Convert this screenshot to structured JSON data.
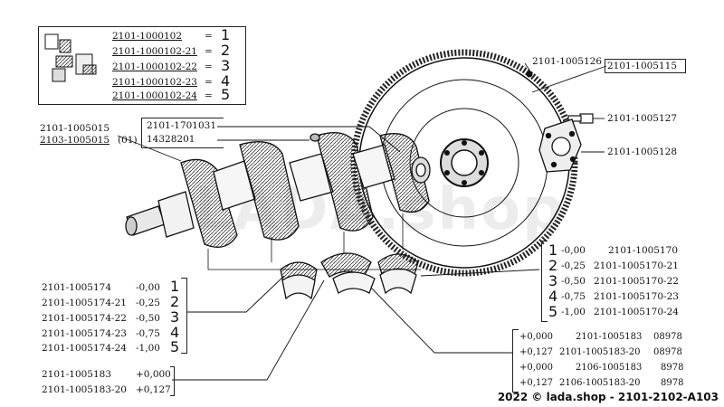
{
  "kit_box": {
    "rows": [
      {
        "part": "2101-1000102",
        "eq": "=",
        "num": "1"
      },
      {
        "part": "2101-1000102-21",
        "eq": "=",
        "num": "2"
      },
      {
        "part": "2101-1000102-22",
        "eq": "=",
        "num": "3"
      },
      {
        "part": "2101-1000102-23",
        "eq": "=",
        "num": "4"
      },
      {
        "part": "2101-1000102-24",
        "eq": "=",
        "num": "5"
      }
    ]
  },
  "crankshaft": {
    "part_a": "2101-1005015",
    "part_b": "2103-1005015",
    "note": "(01)"
  },
  "plug": {
    "part_a": "2101-1701031",
    "part_b": "14328201"
  },
  "flywheel": {
    "pin": "2101-1005126",
    "part": "2101-1005115",
    "bolt": "2101-1005127",
    "washer": "2101-1005128"
  },
  "main_bearings": {
    "rows": [
      {
        "num": "1",
        "size": "-0,00",
        "part": "2101-1005170"
      },
      {
        "num": "2",
        "size": "-0,25",
        "part": "2101-1005170-21"
      },
      {
        "num": "3",
        "size": "-0,50",
        "part": "2101-1005170-22"
      },
      {
        "num": "4",
        "size": "-0,75",
        "part": "2101-1005170-23"
      },
      {
        "num": "5",
        "size": "-1,00",
        "part": "2101-1005170-24"
      }
    ]
  },
  "rod_bearings": {
    "rows": [
      {
        "part": "2101-1005174",
        "size": "-0,00",
        "num": "1"
      },
      {
        "part": "2101-1005174-21",
        "size": "-0,25",
        "num": "2"
      },
      {
        "part": "2101-1005174-22",
        "size": "-0,50",
        "num": "3"
      },
      {
        "part": "2101-1005174-23",
        "size": "-0,75",
        "num": "4"
      },
      {
        "part": "2101-1005174-24",
        "size": "-1,00",
        "num": "5"
      }
    ]
  },
  "thrust_washers_left": {
    "rows": [
      {
        "part": "2101-1005183",
        "size": "+0,000"
      },
      {
        "part": "2101-1005183-20",
        "size": "+0,127"
      }
    ]
  },
  "thrust_washers_right": {
    "rows": [
      {
        "size": "+0,000",
        "part": "2101-1005183",
        "code": "08978"
      },
      {
        "size": "+0,127",
        "part": "2101-1005183-20",
        "code": "08978"
      },
      {
        "size": "+0,000",
        "part": "2106-1005183",
        "code": "8978"
      },
      {
        "size": "+0,127",
        "part": "2106-1005183-20",
        "code": "8978"
      }
    ]
  },
  "watermark": "LADA.shop",
  "footer": "2022 © lada.shop - 2101-2102-A103"
}
